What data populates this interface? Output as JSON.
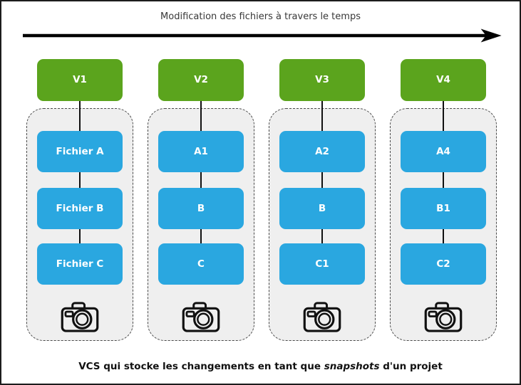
{
  "title": "Modification des fichiers à travers le temps",
  "caption": {
    "prefix": "VCS qui stocke les changements en tant que ",
    "italic": "snapshots",
    "suffix": " d'un projet"
  },
  "colors": {
    "version_green": "#5ba41d",
    "file_blue": "#2aa7e0",
    "container_bg": "#efefef",
    "dashed_border": "#4a4a4a",
    "arrow_black": "#000000",
    "box_text": "#ffffff"
  },
  "columns": [
    {
      "version": "V1",
      "files": [
        "Fichier A",
        "Fichier B",
        "Fichier C"
      ],
      "icon": "camera-icon"
    },
    {
      "version": "V2",
      "files": [
        "A1",
        "B",
        "C"
      ],
      "icon": "camera-icon"
    },
    {
      "version": "V3",
      "files": [
        "A2",
        "B",
        "C1"
      ],
      "icon": "camera-icon"
    },
    {
      "version": "V4",
      "files": [
        "A4",
        "B1",
        "C2"
      ],
      "icon": "camera-icon"
    }
  ]
}
